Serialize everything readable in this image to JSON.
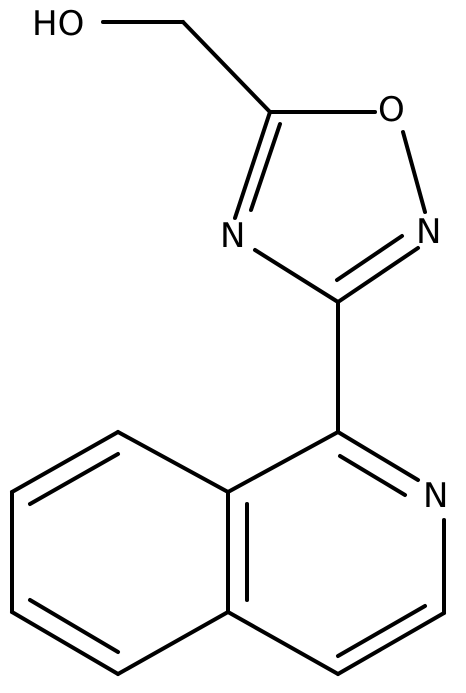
{
  "molecule": {
    "atoms": {
      "hydroxyl": "HO",
      "ring_oxygen": "O",
      "oxadiazole_n2": "N",
      "oxadiazole_n4": "N",
      "isoquinoline_n": "N"
    },
    "colors": {
      "bond": "#000000",
      "label": "#000000",
      "background": "#ffffff"
    }
  }
}
